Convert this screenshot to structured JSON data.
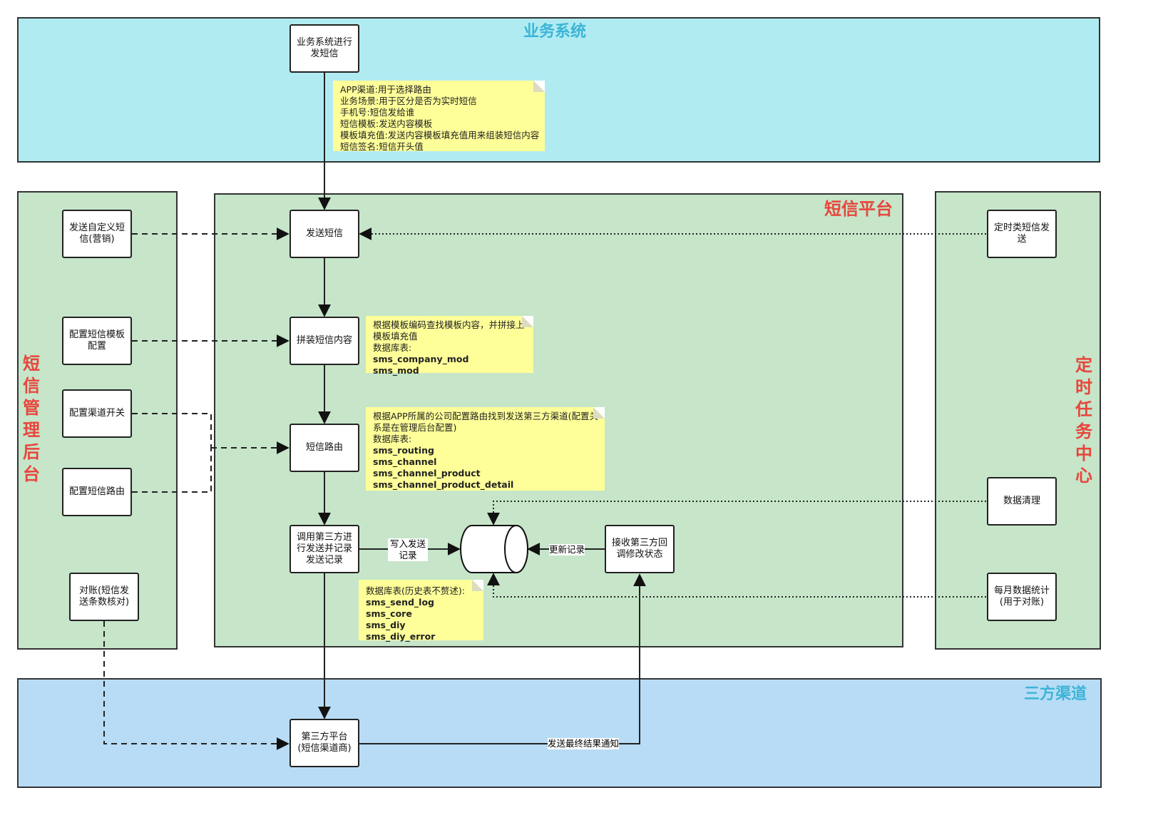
{
  "regions": {
    "business_system": {
      "title": "业务系统",
      "color": "#b0ebf2",
      "title_color": "#3bb4d6"
    },
    "sms_platform": {
      "title": "短信平台",
      "color": "#c6e5c9",
      "title_color": "#e8453c"
    },
    "sms_admin": {
      "title": "短信管理后台",
      "color": "#c6e5c9",
      "title_color": "#e8453c"
    },
    "task_center": {
      "title": "定时任务中心",
      "color": "#c6e5c9",
      "title_color": "#e8453c"
    },
    "third_party_channel": {
      "title": "三方渠道",
      "color": "#b8dcf6",
      "title_color": "#3bb4d6"
    }
  },
  "nodes": {
    "biz_send": "业务系统进行\n发短信",
    "send_sms": "发送短信",
    "assemble": "拼装短信内容",
    "routing": "短信路由",
    "call_third": "调用第三方进\n行发送并记录\n发送记录",
    "receive_callback": "接收第三方回\n调修改状态",
    "third_platform": "第三方平台\n(短信渠道商)",
    "admin_custom": "发送自定义短\n信(营销)",
    "admin_template": "配置短信模板\n配置",
    "admin_channel_switch": "配置渠道开关",
    "admin_route": "配置短信路由",
    "admin_reconcile": "对账(短信发\n送条数核对)",
    "task_timed": "定时类短信发\n送",
    "task_cleanup": "数据清理",
    "task_stats": "每月数据统计\n(用于对账)"
  },
  "notes": {
    "params": [
      "APP渠道:用于选择路由",
      "业务场景:用于区分是否为实时短信",
      "手机号:短信发给谁",
      "短信模板:发送内容模板",
      "模板填充值:发送内容模板填充值用来组装短信内容",
      "短信签名:短信开头值"
    ],
    "assemble_note": {
      "lines": [
        "根据模板编码查找模板内容，并拼接上",
        "模板填充值",
        "数据库表:"
      ],
      "tables": [
        "sms_company_mod",
        "sms_mod"
      ]
    },
    "routing_note": {
      "lines": [
        "根据APP所属的公司配置路由找到发送第三方渠道(配置关",
        "系是在管理后台配置)",
        "数据库表:"
      ],
      "tables": [
        "sms_routing",
        "sms_channel",
        "sms_channel_product",
        "sms_channel_product_detail"
      ]
    },
    "log_note": {
      "lines": [
        "数据库表(历史表不赘述):"
      ],
      "tables": [
        "sms_send_log",
        "sms_core",
        "sms_diy",
        "sms_diy_error"
      ]
    }
  },
  "edge_labels": {
    "write_record": "写入发送\n记录",
    "update_record": "更新记录",
    "final_notify": "发送最终结果通知"
  }
}
